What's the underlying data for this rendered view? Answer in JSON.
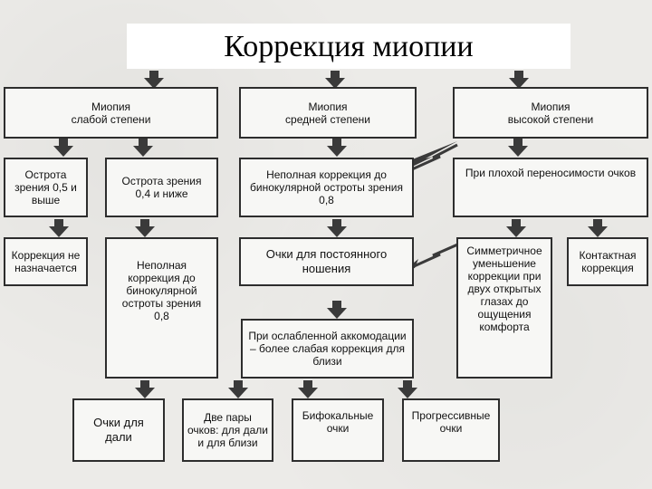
{
  "title": "Коррекция миопии",
  "boxes": {
    "myopia_low": "Миопия\nслабой степени",
    "myopia_medium": "Миопия\nсредней степени",
    "myopia_high": "Миопия\nвысокой степени",
    "acuity_05": "Острота\nзрения 0,5 и\nвыше",
    "acuity_04": "Острота зрения\n0,4 и ниже",
    "incomplete_binocular": "Неполная коррекция до\nбинокулярной остроты зрения\n0,8",
    "poor_tolerance": "При плохой переносимости очков",
    "no_correction": "Коррекция не\nназначается",
    "incomplete_column": "Неполная\nкоррекция до\nбинокулярной\nостроты зрения\n0,8",
    "constant_glasses": "Очки для постоянного\nношения",
    "symmetric_reduction": "Симметричное\nуменьшение\nкоррекции при\nдвух открытых\nглазах до\nощущения\nкомфорта",
    "contact_correction": "Контактная\nкоррекция",
    "weak_accommodation": "При ослабленной аккомодации\n– более слабая коррекция для\nблизи",
    "distance_glasses": "Очки для\nдали",
    "two_pairs": "Две пары\nочков: для дали\nи для близи",
    "bifocal": "Бифокальные\nочки",
    "progressive": "Прогрессивные\nочки"
  }
}
